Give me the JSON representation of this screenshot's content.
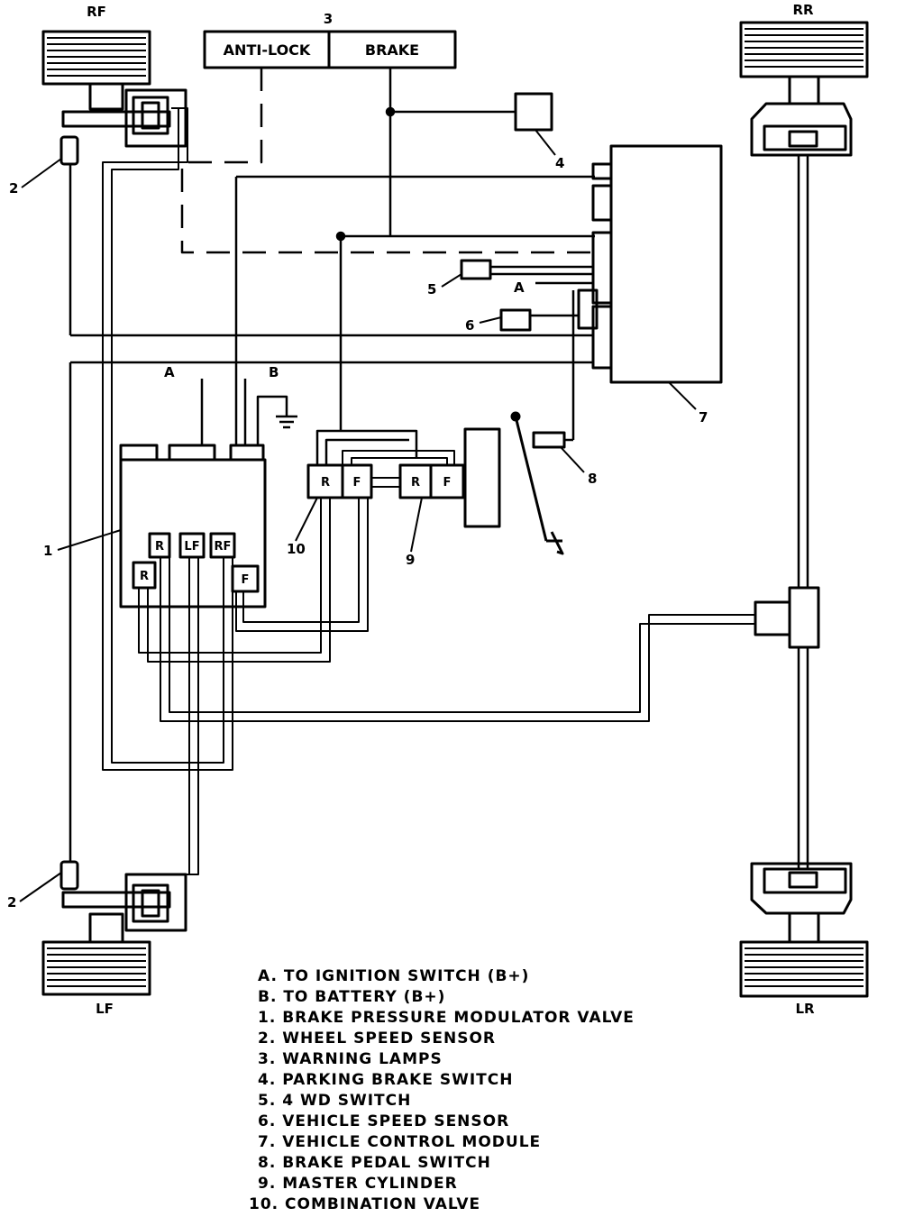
{
  "wheels": {
    "rf": "RF",
    "rr": "RR",
    "lf": "LF",
    "lr": "LR"
  },
  "lamp_box": {
    "number": "3",
    "left": "ANTI-LOCK",
    "right": "BRAKE"
  },
  "callouts": {
    "n1": "1",
    "n2_top": "2",
    "n2_bottom": "2",
    "n4": "4",
    "n5": "5",
    "n6": "6",
    "n7": "7",
    "n8": "8",
    "n9": "9",
    "n10": "10",
    "a_left": "A",
    "b_left": "B",
    "a_right": "A"
  },
  "valve_ports": {
    "r_upper": "R",
    "lf": "LF",
    "rf": "RF",
    "r_lower": "R",
    "f": "F"
  },
  "combination_valve": {
    "r": "R",
    "f": "F"
  },
  "master_cylinder": {
    "r": "R",
    "f": "F"
  },
  "legend": [
    "A. TO IGNITION SWITCH (B+)",
    "B. TO BATTERY (B+)",
    "1. BRAKE PRESSURE MODULATOR VALVE",
    "2. WHEEL SPEED SENSOR",
    "3. WARNING LAMPS",
    "4. PARKING BRAKE SWITCH",
    "5. 4 WD SWITCH",
    "6. VEHICLE SPEED SENSOR",
    "7. VEHICLE CONTROL MODULE",
    "8. BRAKE PEDAL SWITCH",
    "9. MASTER CYLINDER",
    "10. COMBINATION VALVE"
  ]
}
